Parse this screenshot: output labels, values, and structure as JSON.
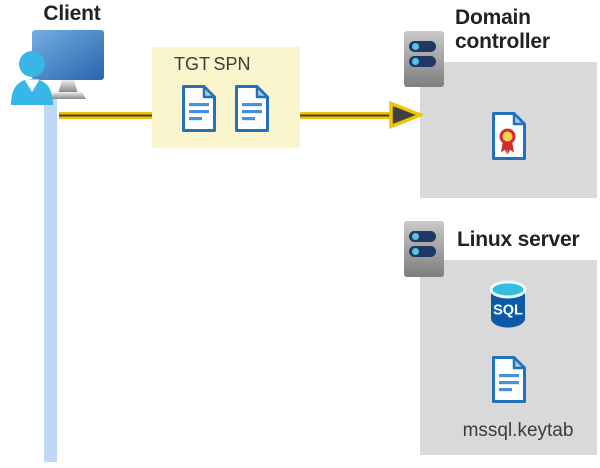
{
  "client": {
    "label": "Client"
  },
  "tickets": {
    "tgt": "TGT",
    "spn": "SPN"
  },
  "domain_controller": {
    "label": "Domain controller"
  },
  "linux_server": {
    "label": "Linux server",
    "database_label": "SQL",
    "keytab_label": "mssql.keytab"
  },
  "icons": {
    "client": "user-at-monitor-icon",
    "server": "rack-server-icon",
    "tgt": "document-icon",
    "spn": "document-icon",
    "certificate": "certificate-icon",
    "database": "sql-database-icon",
    "keytab": "document-icon",
    "flow": "arrow-right-icon",
    "connection": "vertical-line"
  },
  "colors": {
    "arrow_gold": "#F0C400",
    "arrow_dark": "#404040",
    "ticket_box_bg": "#FBF5CD",
    "server_box_bg": "#D9D9D9",
    "doc_border_blue": "#2371B9",
    "doc_line_blue": "#4A90D9",
    "doc_fold_blue": "#A7CBEC",
    "person_cyan": "#38B6E7",
    "connection_blue": "#BFD9F4",
    "server_bar_navy": "#1F3864",
    "server_dot_blue": "#56C2E9",
    "sql_body_blue": "#0D59A9",
    "sql_top_cyan": "#35BEDF",
    "seal_red": "#CC2F2F",
    "seal_gold": "#FFD24D"
  }
}
